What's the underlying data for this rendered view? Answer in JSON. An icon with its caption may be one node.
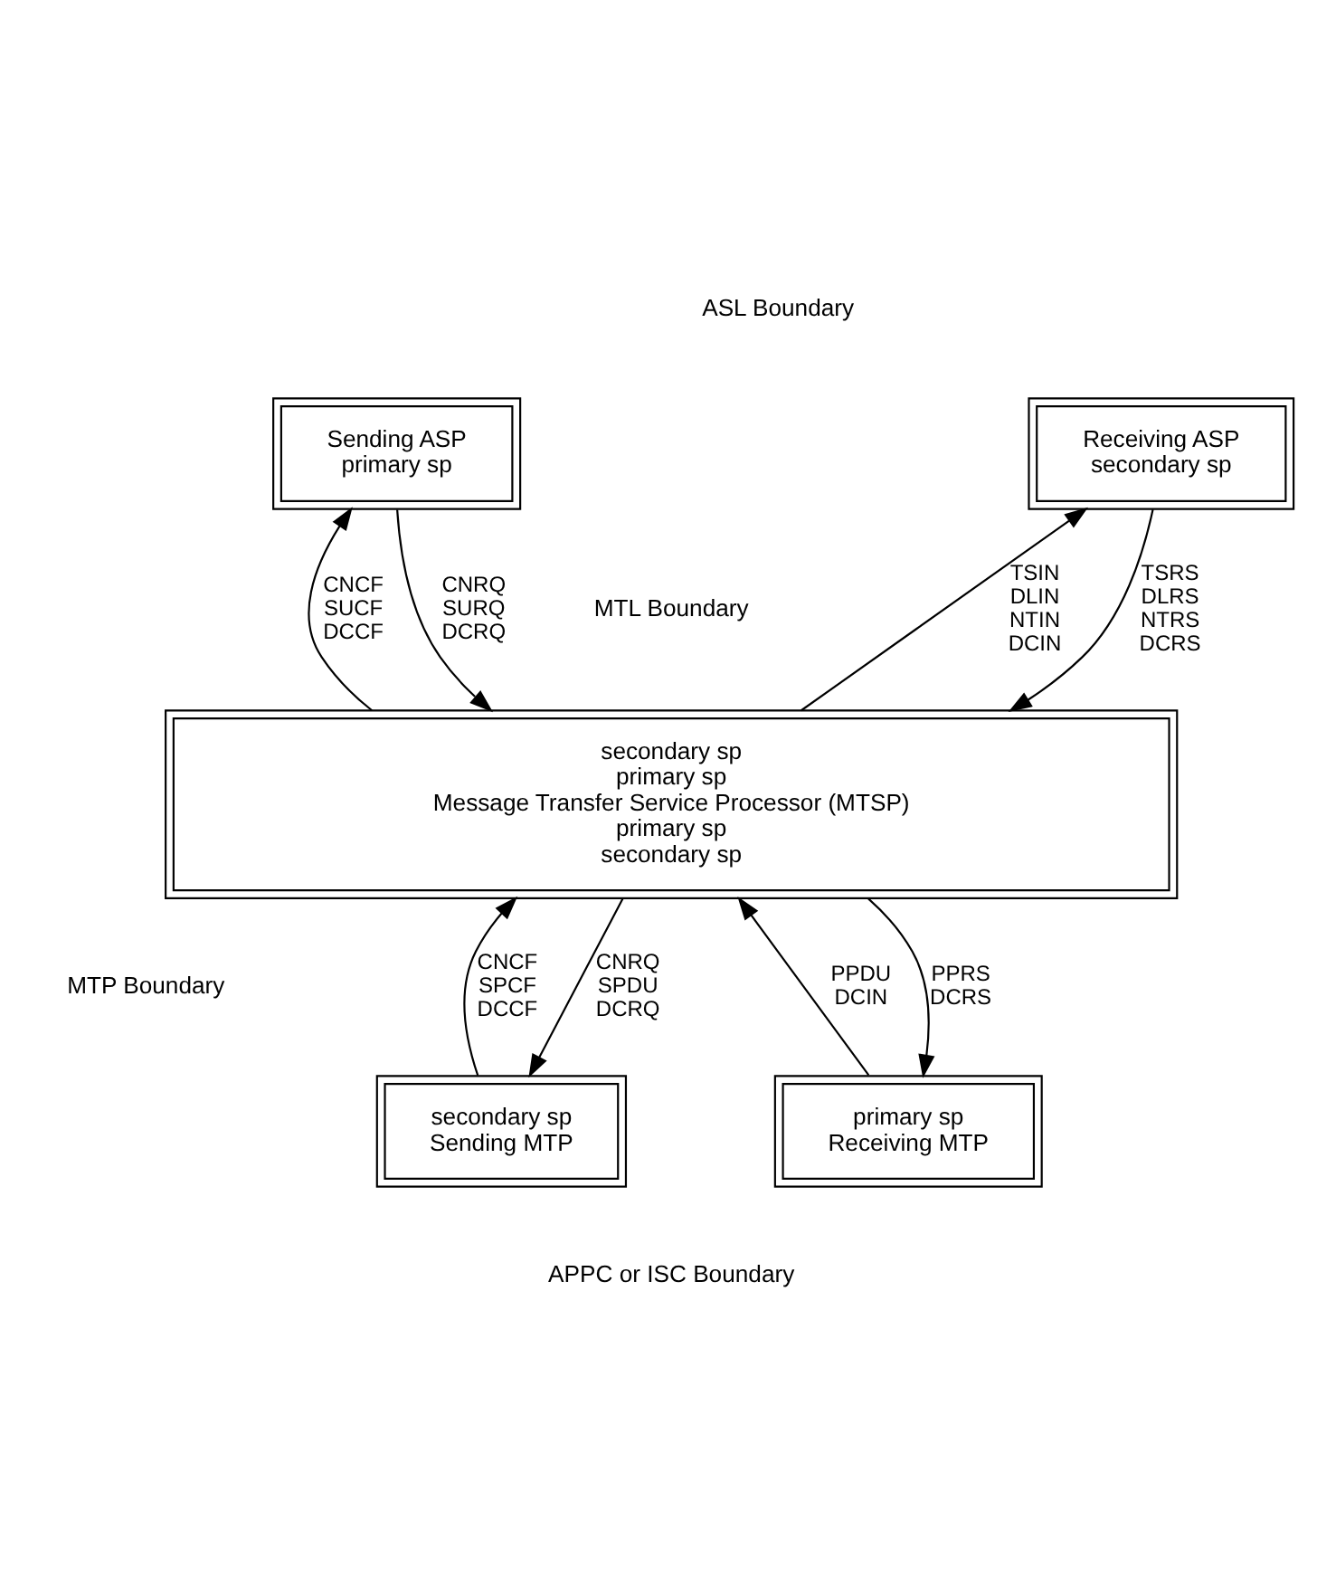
{
  "diagram": {
    "nodes": [
      {
        "text": [
          "Sending ASP",
          "primary sp"
        ]
      },
      {
        "text": [
          "Receiving ASP",
          "secondary sp"
        ]
      },
      {
        "text": [
          "secondary sp",
          "primary sp",
          "Message Transfer Service Processor (MTSP)",
          "primary sp",
          "secondary sp"
        ]
      },
      {
        "text": [
          "secondary sp",
          "Sending MTP"
        ]
      },
      {
        "text": [
          "primary sp",
          "Receiving MTP"
        ]
      }
    ],
    "edges": [
      {
        "from": 0,
        "to": 2,
        "arrow": "to",
        "label": "CNRQ SURQ DCRQ"
      },
      {
        "from": 2,
        "to": 0,
        "arrow": "to",
        "label": "CNCF SUCF DCCF"
      },
      {
        "from": 2,
        "to": 1,
        "arrow": "to",
        "label": "TSIN DLIN NTIN DCIN"
      },
      {
        "from": 1,
        "to": 2,
        "arrow": "to",
        "label": "TSRS DLRS NTRS DCRS"
      },
      {
        "from": 2,
        "to": 3,
        "arrow": "to",
        "label": "CNRQ SPDU DCRQ"
      },
      {
        "from": 3,
        "to": 2,
        "arrow": "to",
        "label": "CNCF SPCF DCCF"
      },
      {
        "from": 4,
        "to": 2,
        "arrow": "to",
        "label": "PPDU DCIN"
      },
      {
        "from": 2,
        "to": 4,
        "arrow": "to",
        "label": "PPRS DCRS"
      }
    ],
    "labels": [
      "ASL Boundary",
      "MTL Boundary",
      "MTP Boundary",
      "APPC or ISC Boundary"
    ]
  }
}
